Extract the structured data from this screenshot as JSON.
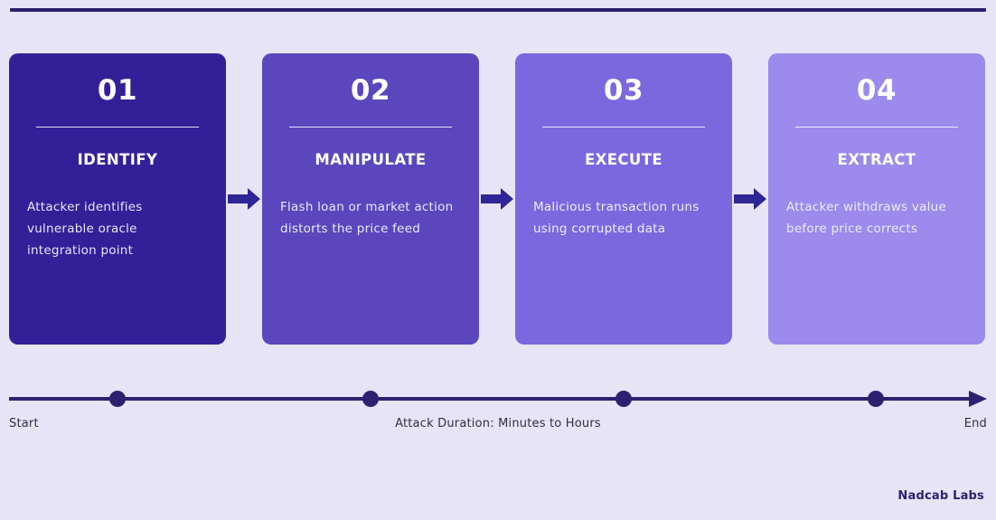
{
  "theme": {
    "background": "#e7e4f7",
    "rule_color": "#2c2170",
    "arrow_color": "#2e2597",
    "timeline_color": "#2c2170",
    "footer_color": "#2c2170"
  },
  "top_rule": {
    "name": "top-divider"
  },
  "steps": [
    {
      "number": "01",
      "title": "IDENTIFY",
      "description": "Attacker identifies vulnerable oracle integration point",
      "color": "#332099"
    },
    {
      "number": "02",
      "title": "MANIPULATE",
      "description": "Flash loan or market action distorts the price feed",
      "color": "#5b46be"
    },
    {
      "number": "03",
      "title": "EXECUTE",
      "description": "Malicious transaction runs using corrupted data",
      "color": "#7b68de"
    },
    {
      "number": "04",
      "title": "EXTRACT",
      "description": "Attacker withdraws value before price corrects",
      "color": "#9c8aec"
    }
  ],
  "connectors": [
    {
      "icon": "arrow-right-icon"
    },
    {
      "icon": "arrow-right-icon"
    },
    {
      "icon": "arrow-right-icon"
    }
  ],
  "timeline": {
    "icon": "timeline-arrow-icon",
    "start_label": "Start",
    "middle_label": "Attack Duration: Minutes to Hours",
    "end_label": "End",
    "markers": 4
  },
  "footer": {
    "brand": "Nadcab Labs"
  }
}
